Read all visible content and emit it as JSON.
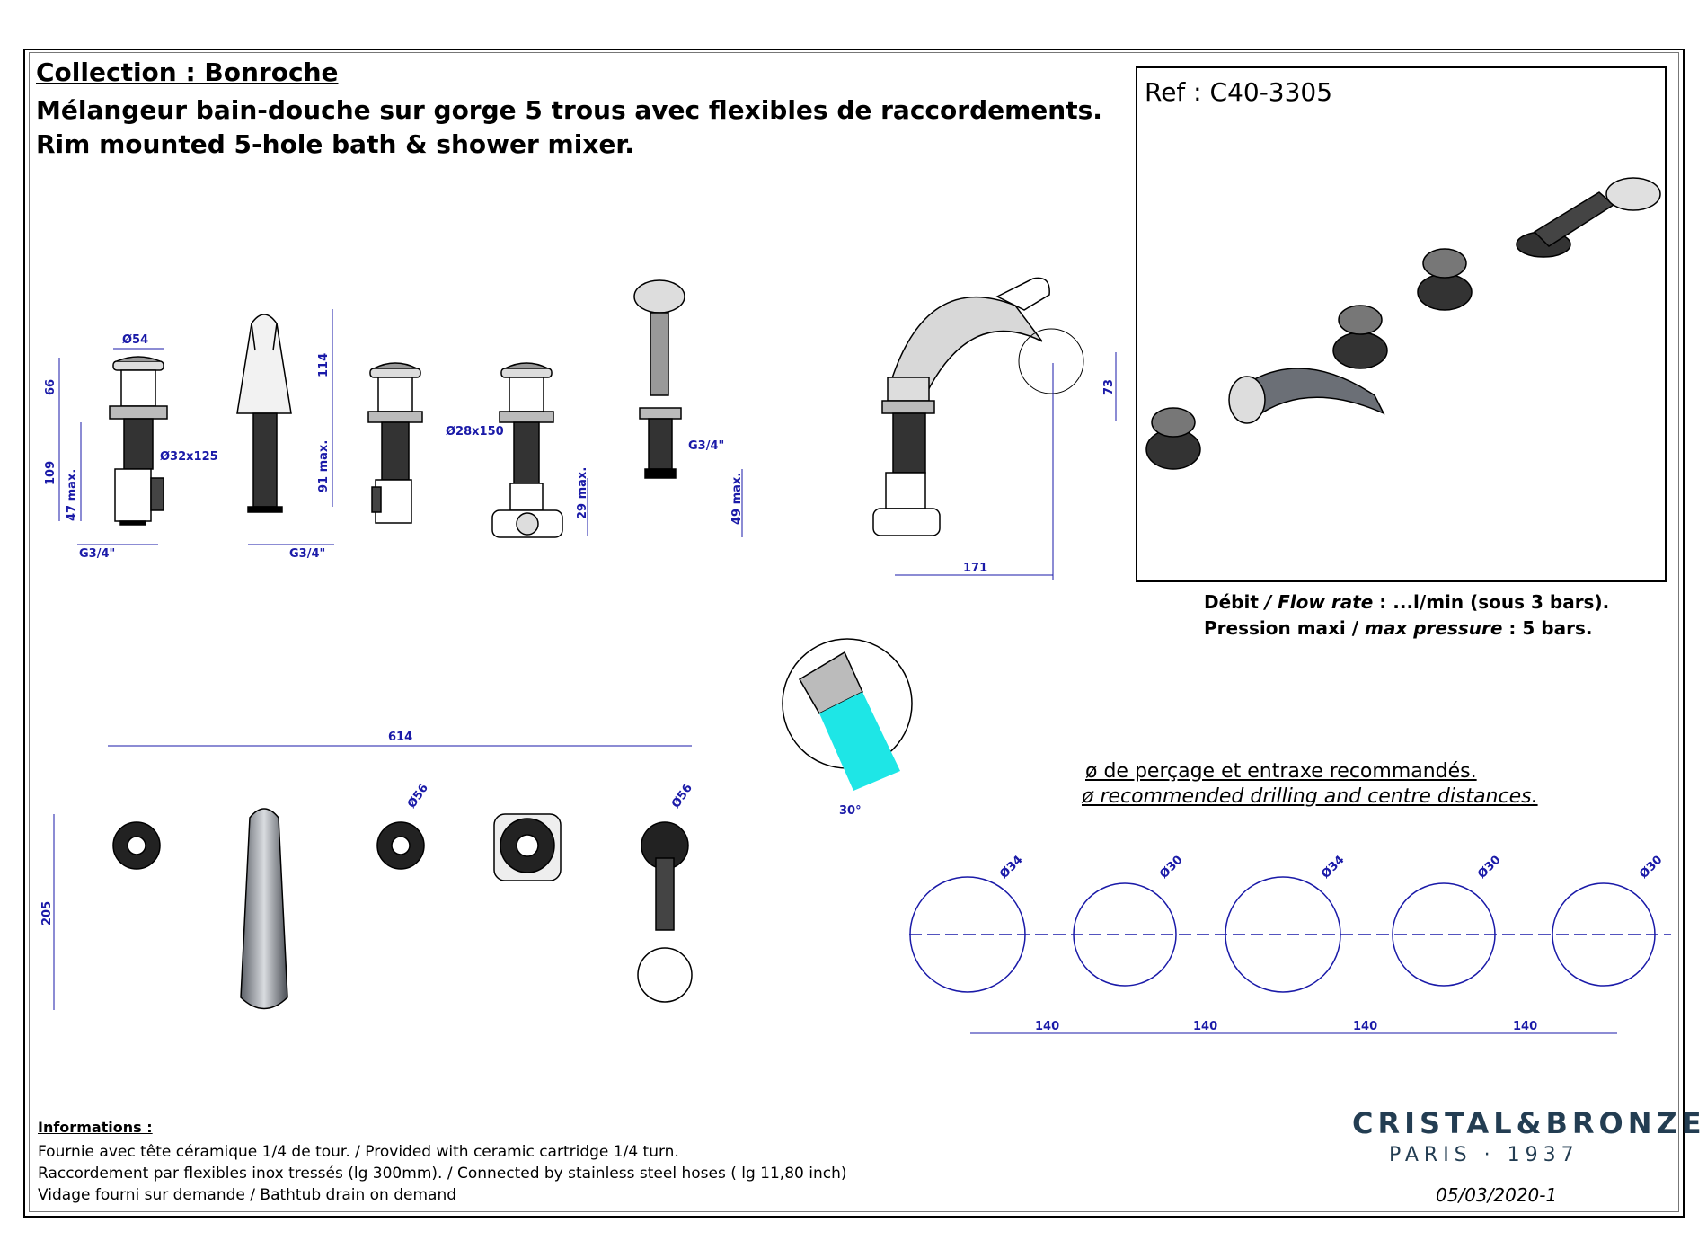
{
  "header": {
    "collection": "Collection : Bonroche",
    "title_fr": "Mélangeur bain-douche sur gorge 5 trous avec flexibles de raccordements.",
    "title_en": "Rim mounted 5-hole bath & shower mixer."
  },
  "reference": {
    "label": "Ref : C40-3305"
  },
  "specs": {
    "flow_label": "Débit",
    "flow_label_en": "/ Flow rate",
    "flow_value": ": ...l/min (sous 3 bars).",
    "pressure_label": "Pression maxi /",
    "pressure_label_en": "max pressure",
    "pressure_value": ": 5 bars."
  },
  "dimensions": {
    "d54": "Ø54",
    "h66": "66",
    "h109": "109",
    "h47": "47 max.",
    "g34a": "G3/4\"",
    "d32": "Ø32x125",
    "h114": "114",
    "h91": "91 max.",
    "g34b": "G3/4\"",
    "d28": "Ø28x150",
    "h29": "29 max.",
    "g34c": "G3/4\"",
    "h49": "49 max.",
    "h73": "73",
    "w171": "171",
    "w614": "614",
    "h205": "205",
    "d56a": "Ø56",
    "d56b": "Ø56",
    "a30": "30°"
  },
  "drilling": {
    "line_fr": "ø de perçage et entraxe recommandés.",
    "line_en": "ø recommended drilling and centre distances.",
    "holes": [
      "Ø34",
      "Ø30",
      "Ø34",
      "Ø30",
      "Ø30"
    ],
    "spacings": [
      "140",
      "140",
      "140",
      "140"
    ]
  },
  "informations": {
    "heading": "Informations :",
    "line1": "Fournie avec tête céramique 1/4 de tour. / Provided with ceramic cartridge 1/4 turn.",
    "line2": "Raccordement par flexibles inox tressés (lg 300mm). / Connected by stainless steel hoses ( lg 11,80 inch)",
    "line3": "Vidage fourni sur demande  / Bathtub drain on demand"
  },
  "brand": {
    "name": "CRISTAL&BRONZE",
    "sub": "PARIS · 1937"
  },
  "revision": "05/03/2020-1",
  "colors": {
    "dimension": "#1a1aa8",
    "brand": "#233d52",
    "aerator": "#1ee6e6"
  }
}
